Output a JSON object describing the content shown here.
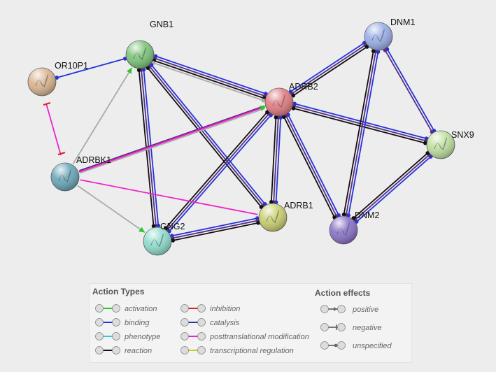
{
  "nodes": [
    {
      "id": "OR10P1",
      "label": "OR10P1",
      "color": "#d9b48f"
    },
    {
      "id": "GNB1",
      "label": "GNB1",
      "color": "#7cc47a"
    },
    {
      "id": "ADRB2",
      "label": "ADRB2",
      "color": "#e07b82"
    },
    {
      "id": "DNM1",
      "label": "DNM1",
      "color": "#9aaee8"
    },
    {
      "id": "SNX9",
      "label": "SNX9",
      "color": "#bfe0a0"
    },
    {
      "id": "ADRBK1",
      "label": "ADRBK1",
      "color": "#6aa5b8"
    },
    {
      "id": "ADRB1",
      "label": "ADRB1",
      "color": "#c9cf70"
    },
    {
      "id": "DNM2",
      "label": "DNM2",
      "color": "#8a72c8"
    },
    {
      "id": "GNG2",
      "label": "GNG2",
      "color": "#8fdccb"
    }
  ],
  "legend": {
    "action_types_title": "Action Types",
    "action_effects_title": "Action effects",
    "types": [
      {
        "label": "activation",
        "color": "#22cc22"
      },
      {
        "label": "inhibition",
        "color": "#dd2222"
      },
      {
        "label": "binding",
        "color": "#2233dd"
      },
      {
        "label": "catalysis",
        "color": "#333399"
      },
      {
        "label": "phenotype",
        "color": "#33cccc"
      },
      {
        "label": "posttranslational modification",
        "color": "#ee22cc"
      },
      {
        "label": "reaction",
        "color": "#111111"
      },
      {
        "label": "transcriptional regulation",
        "color": "#cccc22"
      }
    ],
    "effects": [
      {
        "label": "positive",
        "marker": "arrow"
      },
      {
        "label": "negative",
        "marker": "bar"
      },
      {
        "label": "unspecified",
        "marker": "dot"
      }
    ]
  },
  "colors": {
    "binding": "#2233dd",
    "reaction": "#111111",
    "catalysis": "#5a2d82",
    "ptm": "#ee22cc",
    "activation": "#22cc22",
    "inhibition": "#dd2222",
    "association": "#aaaaaa",
    "background": "#ededed"
  }
}
